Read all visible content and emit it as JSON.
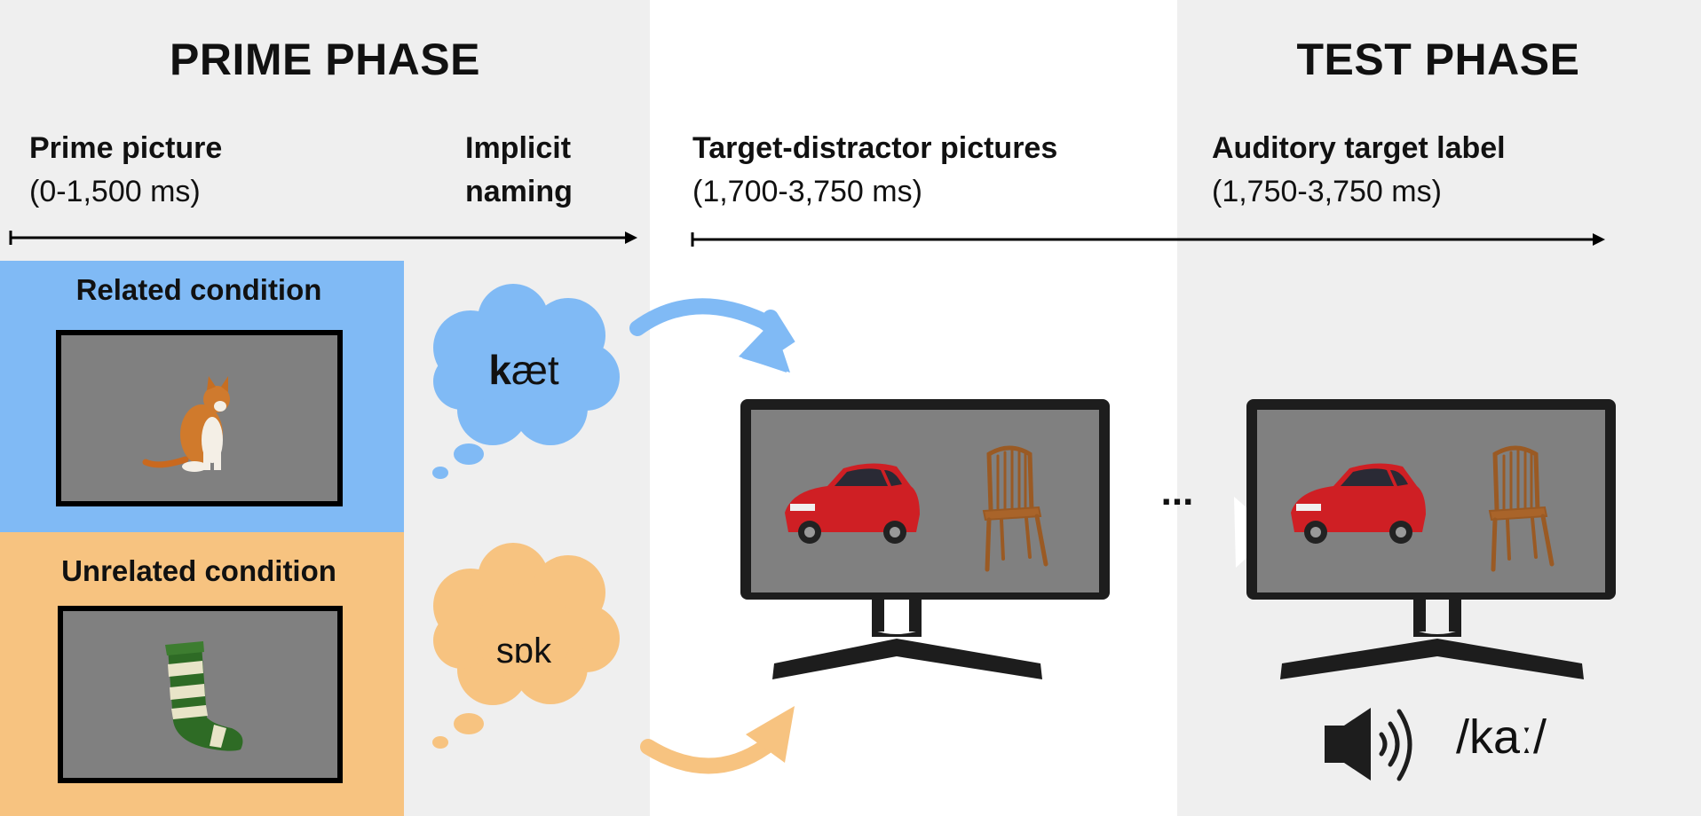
{
  "prime_phase": {
    "title": "PRIME PHASE",
    "prime_picture": {
      "label": "Prime picture",
      "timing": "(0-1,500 ms)"
    },
    "implicit_naming": {
      "line1": "Implicit",
      "line2": "naming"
    },
    "related": {
      "title": "Related condition",
      "word_bold": "k",
      "word_rest": "æt",
      "image": "cat-image"
    },
    "unrelated": {
      "title": "Unrelated condition",
      "word": "sɒk",
      "image": "sock-image"
    }
  },
  "test_phase": {
    "title": "TEST PHASE",
    "target_distractor": {
      "label": "Target-distractor pictures",
      "timing": "(1,700-3,750 ms)"
    },
    "auditory_label": {
      "label": "Auditory target label",
      "timing": "(1,750-3,750 ms)"
    },
    "ellipsis": "...",
    "spoken_word": "/kaː/",
    "images": [
      "car-image",
      "chair-image"
    ]
  },
  "colors": {
    "related": "#80baf5",
    "unrelated": "#f7c380",
    "background_gray": "#efefef",
    "screen_gray": "#808080"
  }
}
